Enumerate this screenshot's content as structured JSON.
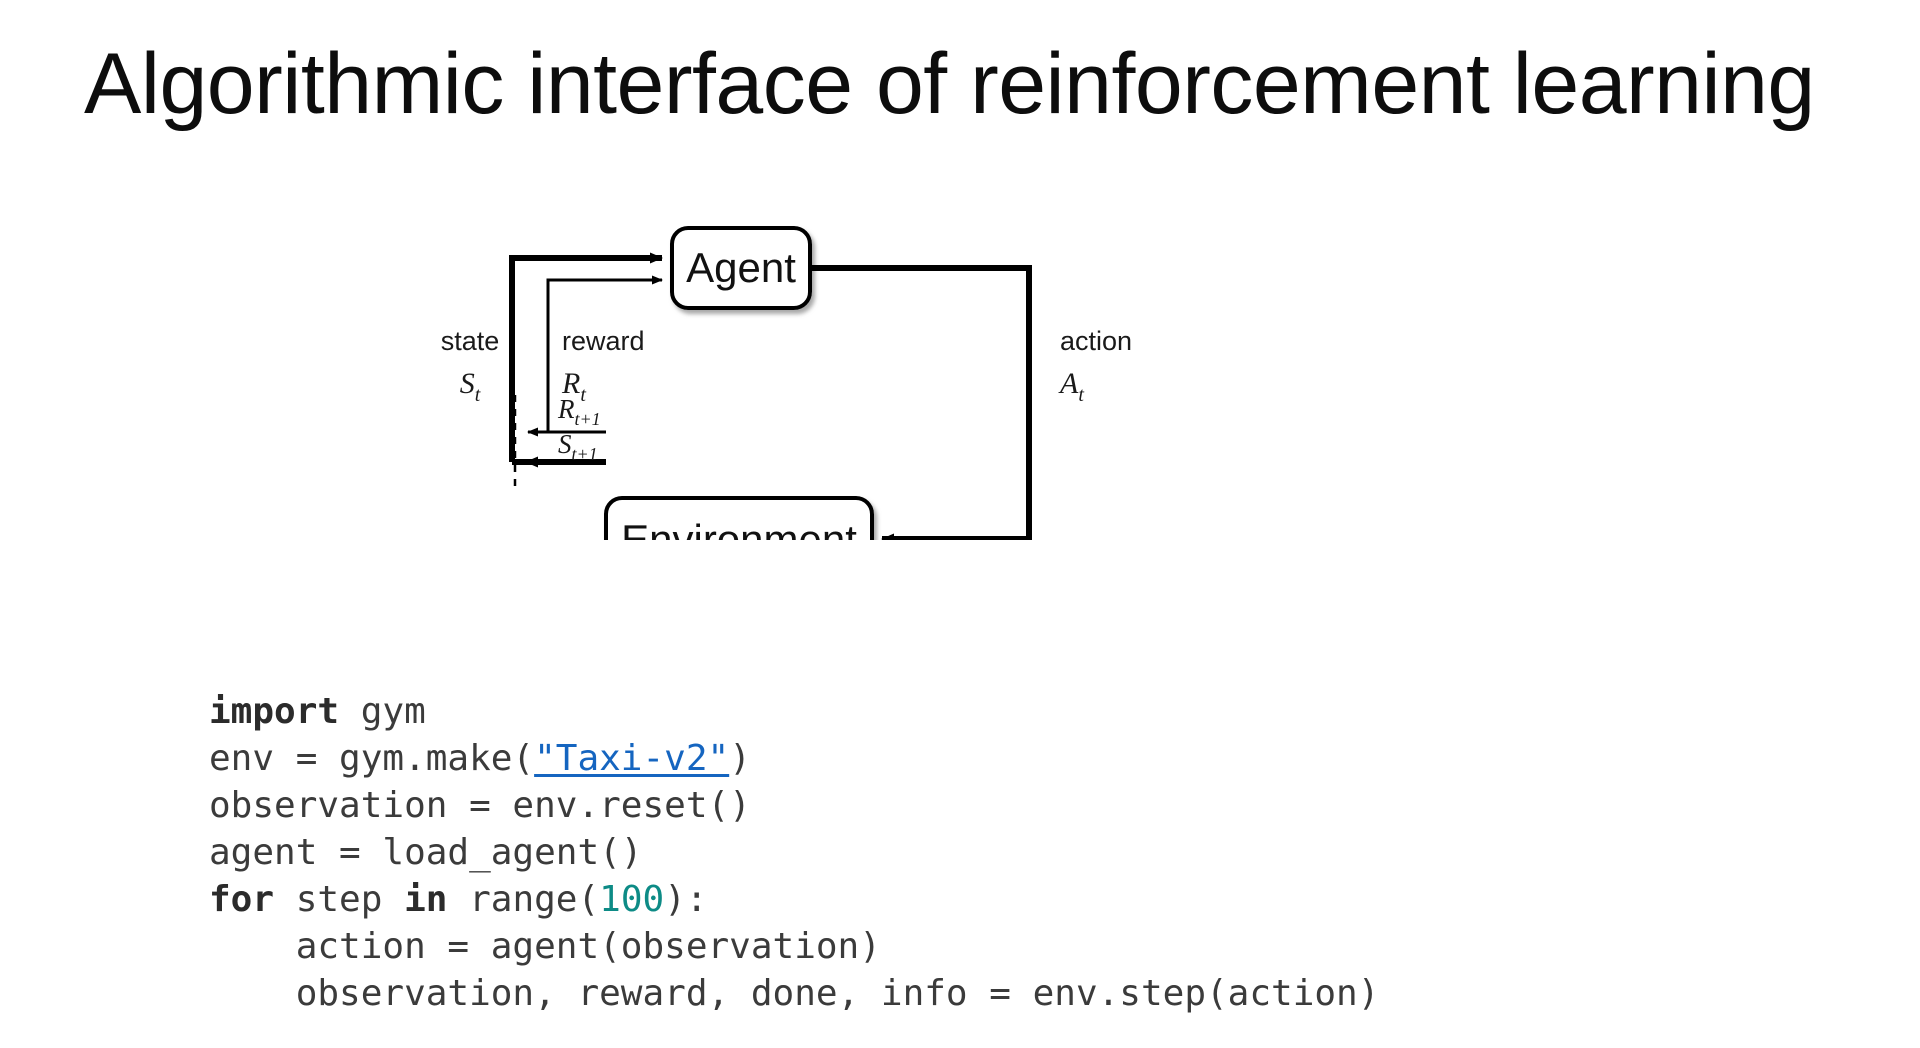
{
  "slide": {
    "title": "Algorithmic interface of reinforcement learning",
    "background_color": "#ffffff",
    "text_color": "#0d0d0d"
  },
  "diagram": {
    "name": "agent-environment-interaction-loop",
    "nodes": [
      {
        "id": "agent",
        "label": "Agent"
      },
      {
        "id": "environment",
        "label": "Environment"
      }
    ],
    "edge_labels": {
      "state_word": "state",
      "state_symbol": "S",
      "state_symbol_sub": "t",
      "reward_word": "reward",
      "reward_symbol": "R",
      "reward_symbol_sub": "t",
      "action_word": "action",
      "action_symbol": "A",
      "action_symbol_sub": "t",
      "next_reward_symbol": "R",
      "next_reward_sub": "t+1",
      "next_state_symbol": "S",
      "next_state_sub": "t+1"
    },
    "line_color": "#000000"
  },
  "code": {
    "language": "python",
    "link_color": "#1565c0",
    "number_color": "#0d8b86",
    "text_color": "#3b3b3b",
    "lines": [
      {
        "id": "line-1",
        "tokens": [
          {
            "t": "import",
            "k": "kw"
          },
          {
            "t": " gym",
            "k": "plain"
          }
        ]
      },
      {
        "id": "line-2",
        "tokens": [
          {
            "t": "env = gym.make(",
            "k": "plain"
          },
          {
            "t": "\"Taxi-v2\"",
            "k": "link"
          },
          {
            "t": ")",
            "k": "plain"
          }
        ]
      },
      {
        "id": "line-3",
        "tokens": [
          {
            "t": "observation = env.reset()",
            "k": "plain"
          }
        ]
      },
      {
        "id": "line-4",
        "tokens": [
          {
            "t": "agent = load_agent()",
            "k": "plain"
          }
        ]
      },
      {
        "id": "line-5",
        "tokens": [
          {
            "t": "for",
            "k": "kw"
          },
          {
            "t": " step ",
            "k": "plain"
          },
          {
            "t": "in",
            "k": "kw"
          },
          {
            "t": " range(",
            "k": "plain"
          },
          {
            "t": "100",
            "k": "num"
          },
          {
            "t": "):",
            "k": "plain"
          }
        ]
      },
      {
        "id": "line-6",
        "tokens": [
          {
            "t": "    action = agent(observation)",
            "k": "plain"
          }
        ]
      },
      {
        "id": "line-7",
        "tokens": [
          {
            "t": "    observation, reward, done, info = env.step(action)",
            "k": "plain"
          }
        ]
      }
    ]
  }
}
